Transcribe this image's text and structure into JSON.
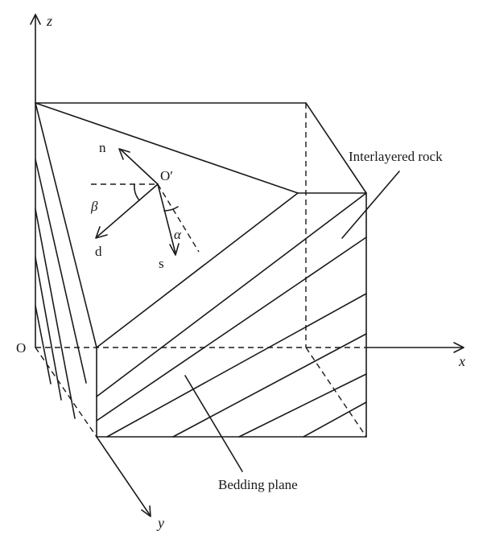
{
  "axes": {
    "x": "x",
    "y": "y",
    "z": "z",
    "origin": "O"
  },
  "point_o_prime": "O′",
  "vectors": {
    "n": "n",
    "d": "d",
    "s": "s"
  },
  "angles": {
    "alpha": "α",
    "beta": "β"
  },
  "callouts": {
    "interlayered_rock": "Interlayered rock",
    "bedding_plane": "Bedding plane"
  },
  "colors": {
    "line": "#1a1a1a",
    "background": "#ffffff"
  }
}
